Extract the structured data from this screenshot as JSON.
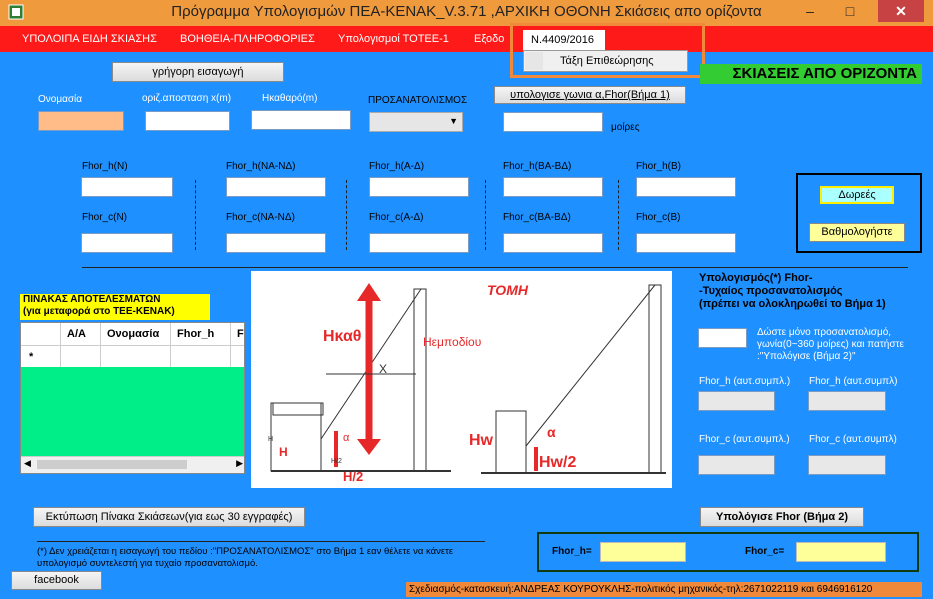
{
  "window": {
    "title": "Πρόγραμμα Υπολογισμών ΠΕΑ-KENAK_V.3.71 ,ΑΡΧΙΚΗ ΟΘΟΝΗ  Σκιάσεις απο ορίζοντα",
    "minimize": "–",
    "maximize": "□",
    "close": "✕"
  },
  "menu": {
    "items": [
      "ΥΠΟΛΟΙΠΑ ΕΙΔΗ ΣΚΙΑΣΗΣ",
      "ΒΟΗΘΕΙΑ-ΠΛΗΡΟΦΟΡΙΕΣ",
      "Υπολογισμοί ΤΟΤΕΕ-1",
      "Εξοδο"
    ],
    "active": "Ν.4409/2016",
    "dropdown_item": "Τάξη Επιθεώρησης"
  },
  "banner": "ΣΚΙΑΣΕΙΣ ΑΠΟ ΟΡΙΖΟΝΤΑ",
  "quick_entry_button": "γρήγορη εισαγωγή",
  "fields": {
    "name_label": "Ονομασία",
    "distance_label": "οριζ.αποσταση x(m)",
    "height_label": "Ηκαθαρό(m)",
    "orientation_label": "ΠΡΟΣΑΝΑΤΟΛΙΣΜΟΣ",
    "calc_angle_button": "υπολογισε γωνια α,Fhor(Βήμα 1)",
    "degrees_label": "μοίρες"
  },
  "fhor_labels": [
    "Fhor_h(N)",
    "Fhor_h(NA-NΔ)",
    "Fhor_h(A-Δ)",
    "Fhor_h(BA-BΔ)",
    "Fhor_h(B)"
  ],
  "fcor_labels": [
    "Fhor_c(N)",
    "Fhor_c(NA-NΔ)",
    "Fhor_c(A-Δ)",
    "Fhor_c(BA-BΔ)",
    "Fhor_c(B)"
  ],
  "side_box": {
    "donate": "Δωρεές",
    "rate": "Βαθμολογήστε"
  },
  "results_table": {
    "title_line1": "ΠΙΝΑΚΑΣ ΑΠΟΤΕΛΕΣΜΑΤΩΝ",
    "title_line2": "(για μεταφορά στο TEE-KENAK)",
    "columns": [
      "A/A",
      "Ονομασία",
      "Fhor_h",
      "Fh"
    ],
    "new_row_marker": "*"
  },
  "drawing": {
    "section_label": "ΤΟΜΗ",
    "hkath": "Ηκαθ",
    "hempodiou": "Ηεμποδίου",
    "x": "X",
    "alpha": "α",
    "h": "H",
    "h2": "H/2",
    "h_small": "H",
    "h2_small": "H/2",
    "hw": "Hw",
    "hw2": "Hw/2",
    "alpha2": "α"
  },
  "random_orientation": {
    "title_line1": "Υπολογισμός(*) Fhor-",
    "title_line2": "-Τυχαίος προσανατολισμός",
    "title_line3": "(πρέπει να ολοκληρωθεί το Βήμα 1)",
    "instruction": "Δώστε μόνο προσανατολισμό, γωνία(0~360 μοίρες) και πατήστε :\"Υπολόγισε (Βήμα 2)\"",
    "fhor_h_left": "Fhor_h (αυτ.συμπλ.)",
    "fhor_h_right": "Fhor_h (αυτ.συμπλ)",
    "fhor_c_left": "Fhor_c (αυτ.συμπλ.)",
    "fhor_c_right": "Fhor_c (αυτ.συμπλ)",
    "calc_button": "Υπολόγισε Fhor (Βήμα 2)"
  },
  "result_box": {
    "fhor_h": "Fhor_h=",
    "fhor_c": "Fhor_c="
  },
  "print_button": "Εκτύπωση Πίνακα Σκιάσεων(για εως 30 εγγραφές)",
  "note": "(*) Δεν χρειάζεται η εισαγωγή του πεδίου :\"ΠΡΟΣΑΝΑΤΟΛΙΣΜΟΣ\" στο Βήμα 1 εαν θέλετε να κάνετε υπολογισμό συντελεστή για τυχαίο προσανατολισμό.",
  "facebook_button": "facebook",
  "footer": "Σχεδιασμός-κατασκευή:ΑΝΔΡΕΑΣ ΚΟΥΡΟΥΚΛΗΣ-πολιτικός μηχανικός-τηλ:2671022119 και 6946916120"
}
